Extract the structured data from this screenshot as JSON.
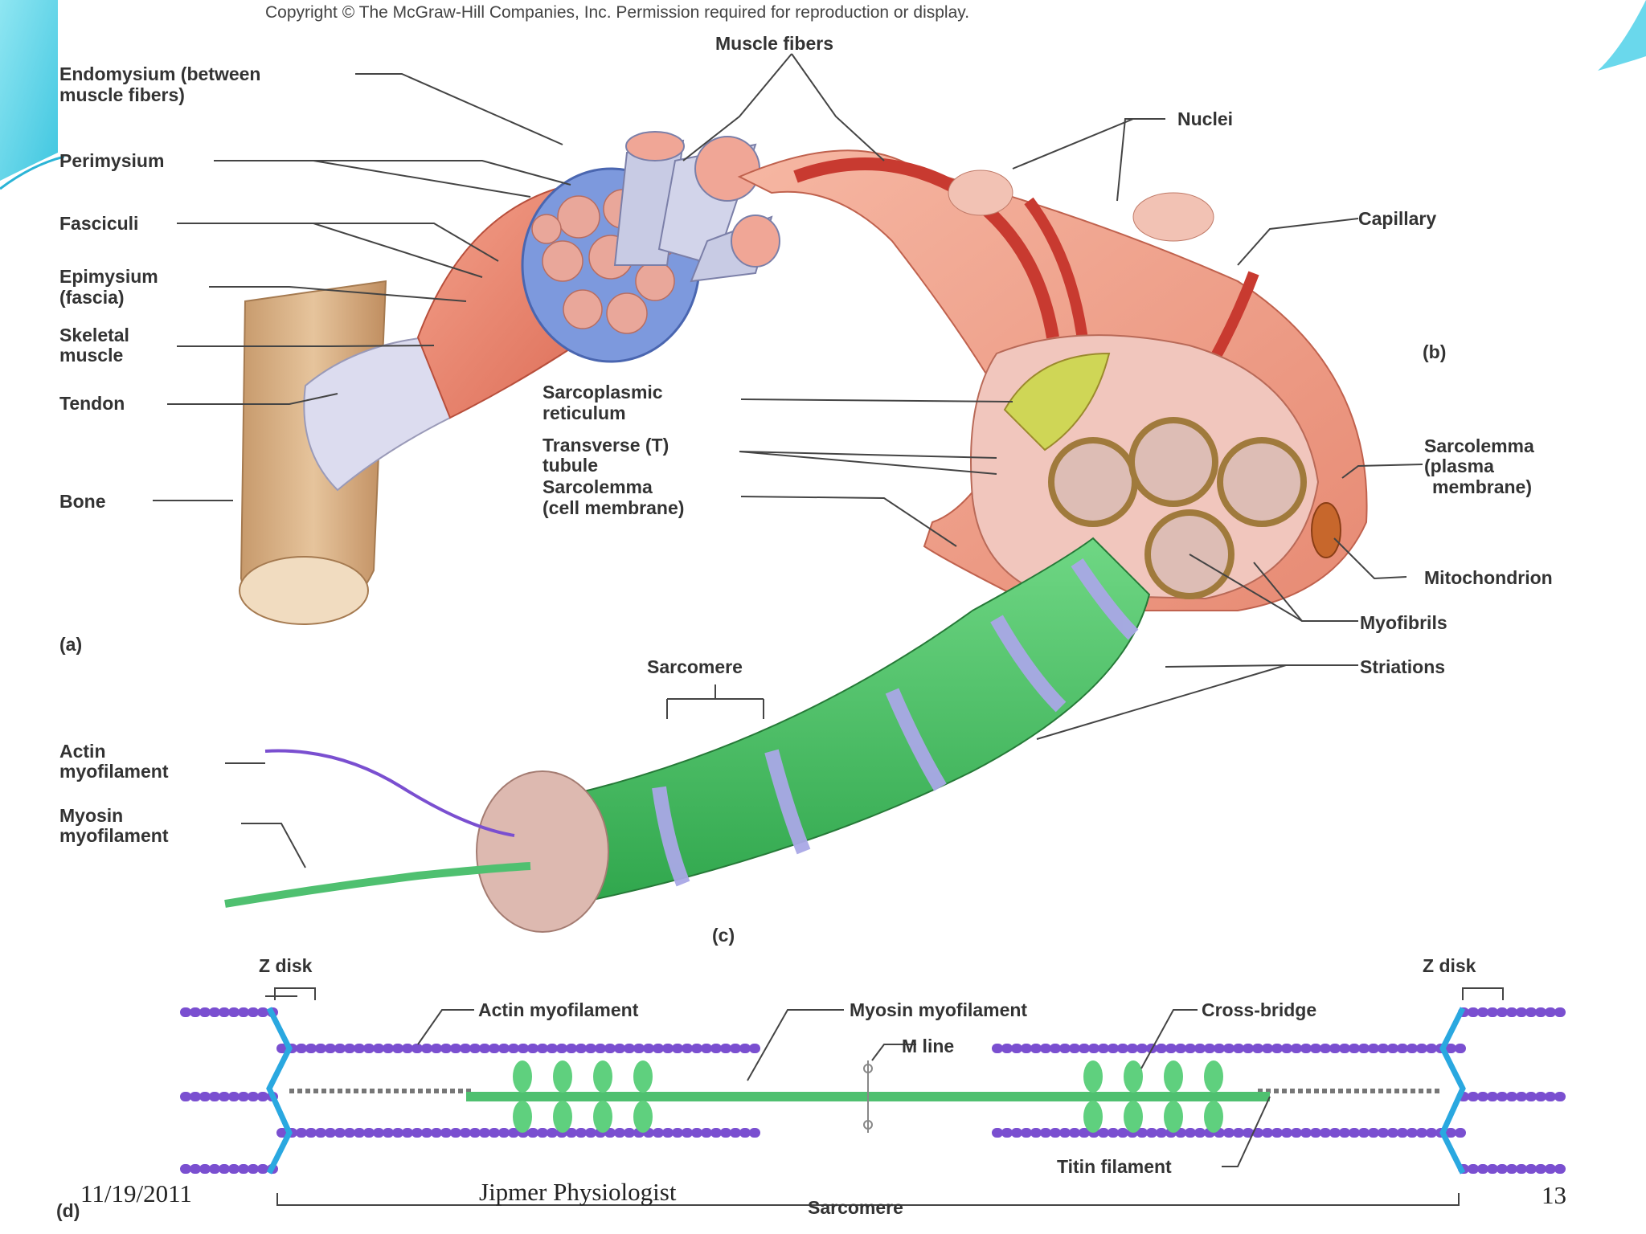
{
  "copyright": "Copyright © The McGraw-Hill Companies, Inc. Permission required for reproduction or display.",
  "labels": {
    "muscle_fibers": "Muscle fibers",
    "endomysium_1": "Endomysium (between",
    "endomysium_2": "muscle fibers)",
    "perimysium": "Perimysium",
    "fasciculi": "Fasciculi",
    "epimysium_1": "Epimysium",
    "epimysium_2": "(fascia)",
    "skeletal_1": "Skeletal",
    "skeletal_2": "muscle",
    "tendon": "Tendon",
    "bone": "Bone",
    "nuclei": "Nuclei",
    "capillary": "Capillary",
    "sr_1": "Sarcoplasmic",
    "sr_2": "reticulum",
    "tt_1": "Transverse (T)",
    "tt_2": "tubule",
    "sl_cell_1": "Sarcolemma",
    "sl_cell_2": "(cell membrane)",
    "sl_plasma_1": "Sarcolemma",
    "sl_plasma_2": "(plasma",
    "sl_plasma_3": "membrane)",
    "mitochondrion": "Mitochondrion",
    "myofibrils": "Myofibrils",
    "striations": "Striations",
    "sarcomere_c": "Sarcomere",
    "actin_1": "Actin",
    "actin_2": "myofilament",
    "myosin_1": "Myosin",
    "myosin_2": "myofilament",
    "z_disk_left": "Z disk",
    "z_disk_right": "Z disk",
    "actin_myofilament": "Actin myofilament",
    "myosin_myofilament": "Myosin myofilament",
    "cross_bridge": "Cross-bridge",
    "m_line": "M line",
    "titin": "Titin filament",
    "sarcomere_d": "Sarcomere"
  },
  "panels": {
    "a": "(a)",
    "b": "(b)",
    "c": "(c)",
    "d": "(d)"
  },
  "footer": {
    "date": "11/19/2011",
    "title": "Jipmer Physiologist",
    "page": "13"
  },
  "colors": {
    "muscle": "#e8836c",
    "fiber_sheath": "#6f8fd8",
    "fiber": "#c9cbe0",
    "fibril_green": "#3fbe5a",
    "striation": "#a9a8e6",
    "bone": "#d9b48a",
    "capillary": "#d23a32",
    "actin": "#7a4fd0",
    "z_disk": "#2aa8e0",
    "myosin": "#4fc070",
    "slide_accent": "#5ad2e8"
  }
}
